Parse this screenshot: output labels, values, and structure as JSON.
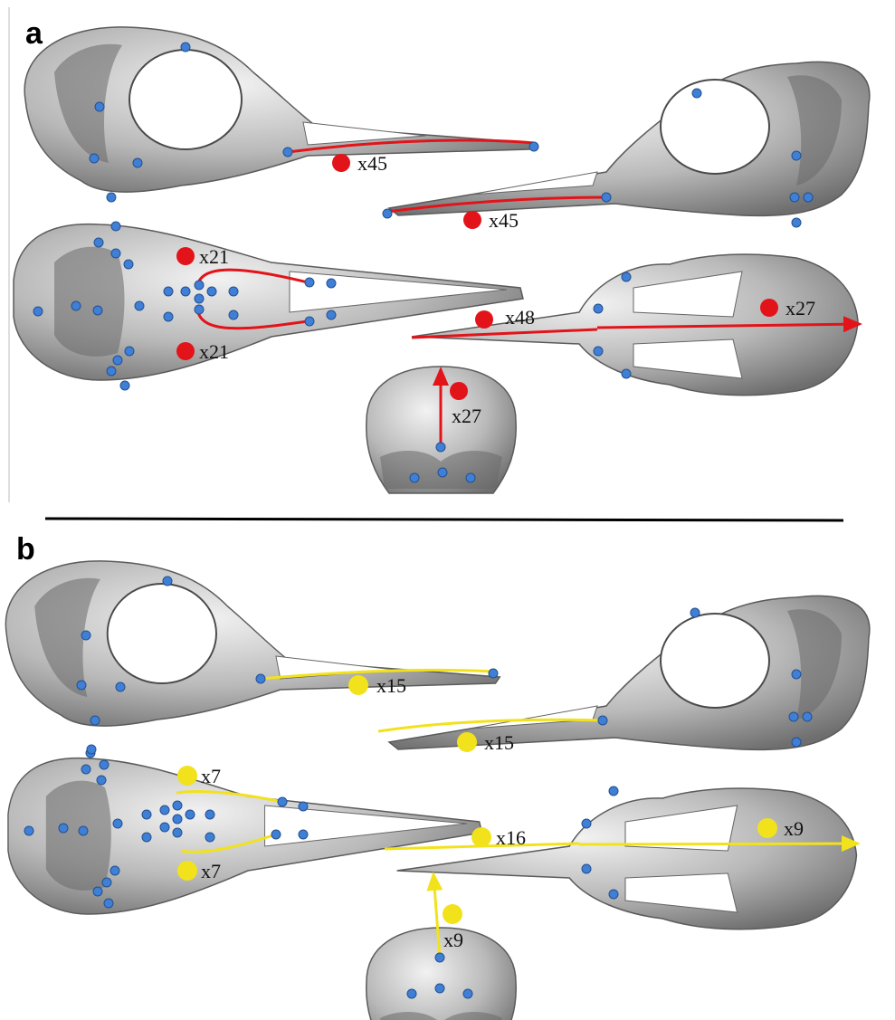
{
  "panels": [
    {
      "letter": "a",
      "color": "#e2141a",
      "labels": {
        "lateral_left": "x45",
        "lateral_right": "x45",
        "ventral_upper": "x21",
        "ventral_lower": "x21",
        "dorsal_beak": "x48",
        "dorsal_cranium": "x27",
        "posterior": "x27"
      }
    },
    {
      "letter": "b",
      "color": "#f2e21c",
      "labels": {
        "lateral_left": "x15",
        "lateral_right": "x15",
        "ventral_upper": "x7",
        "ventral_lower": "x7",
        "dorsal_beak": "x16",
        "dorsal_cranium": "x9",
        "posterior": "x9"
      }
    }
  ],
  "landmark_color": "#3f7fd6"
}
